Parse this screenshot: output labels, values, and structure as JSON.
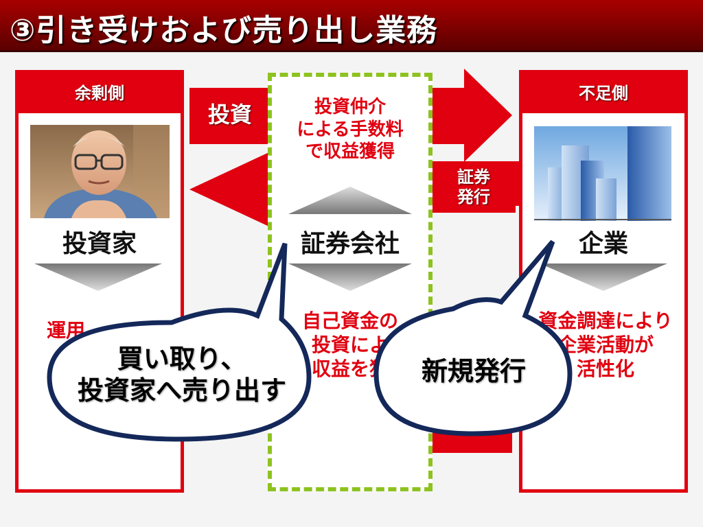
{
  "title": "③引き受けおよび売り出し業務",
  "left_panel": {
    "header": "余剰側",
    "role": "投資家",
    "desc_partial": "運用"
  },
  "right_panel": {
    "header": "不足側",
    "role": "企業",
    "desc_lines": [
      "資金調達により",
      "企業活動が",
      "活性化"
    ]
  },
  "center": {
    "fee_lines": [
      "投資仲介",
      "による手数料",
      "で収益獲得"
    ],
    "role": "証券会社",
    "own_lines": [
      "自己資金の",
      "投資によ",
      "収益を獲"
    ]
  },
  "arrows": {
    "invest": "投資",
    "issue_lines": [
      "証券",
      "発行"
    ]
  },
  "bubbles": {
    "left_lines": [
      "買い取り、",
      "投資家へ売り出す"
    ],
    "right": "新規発行"
  },
  "colors": {
    "red": "#e00010",
    "title_bg": "#8a0000",
    "dashed": "#8ec21f",
    "bubble_border": "#14285a"
  }
}
